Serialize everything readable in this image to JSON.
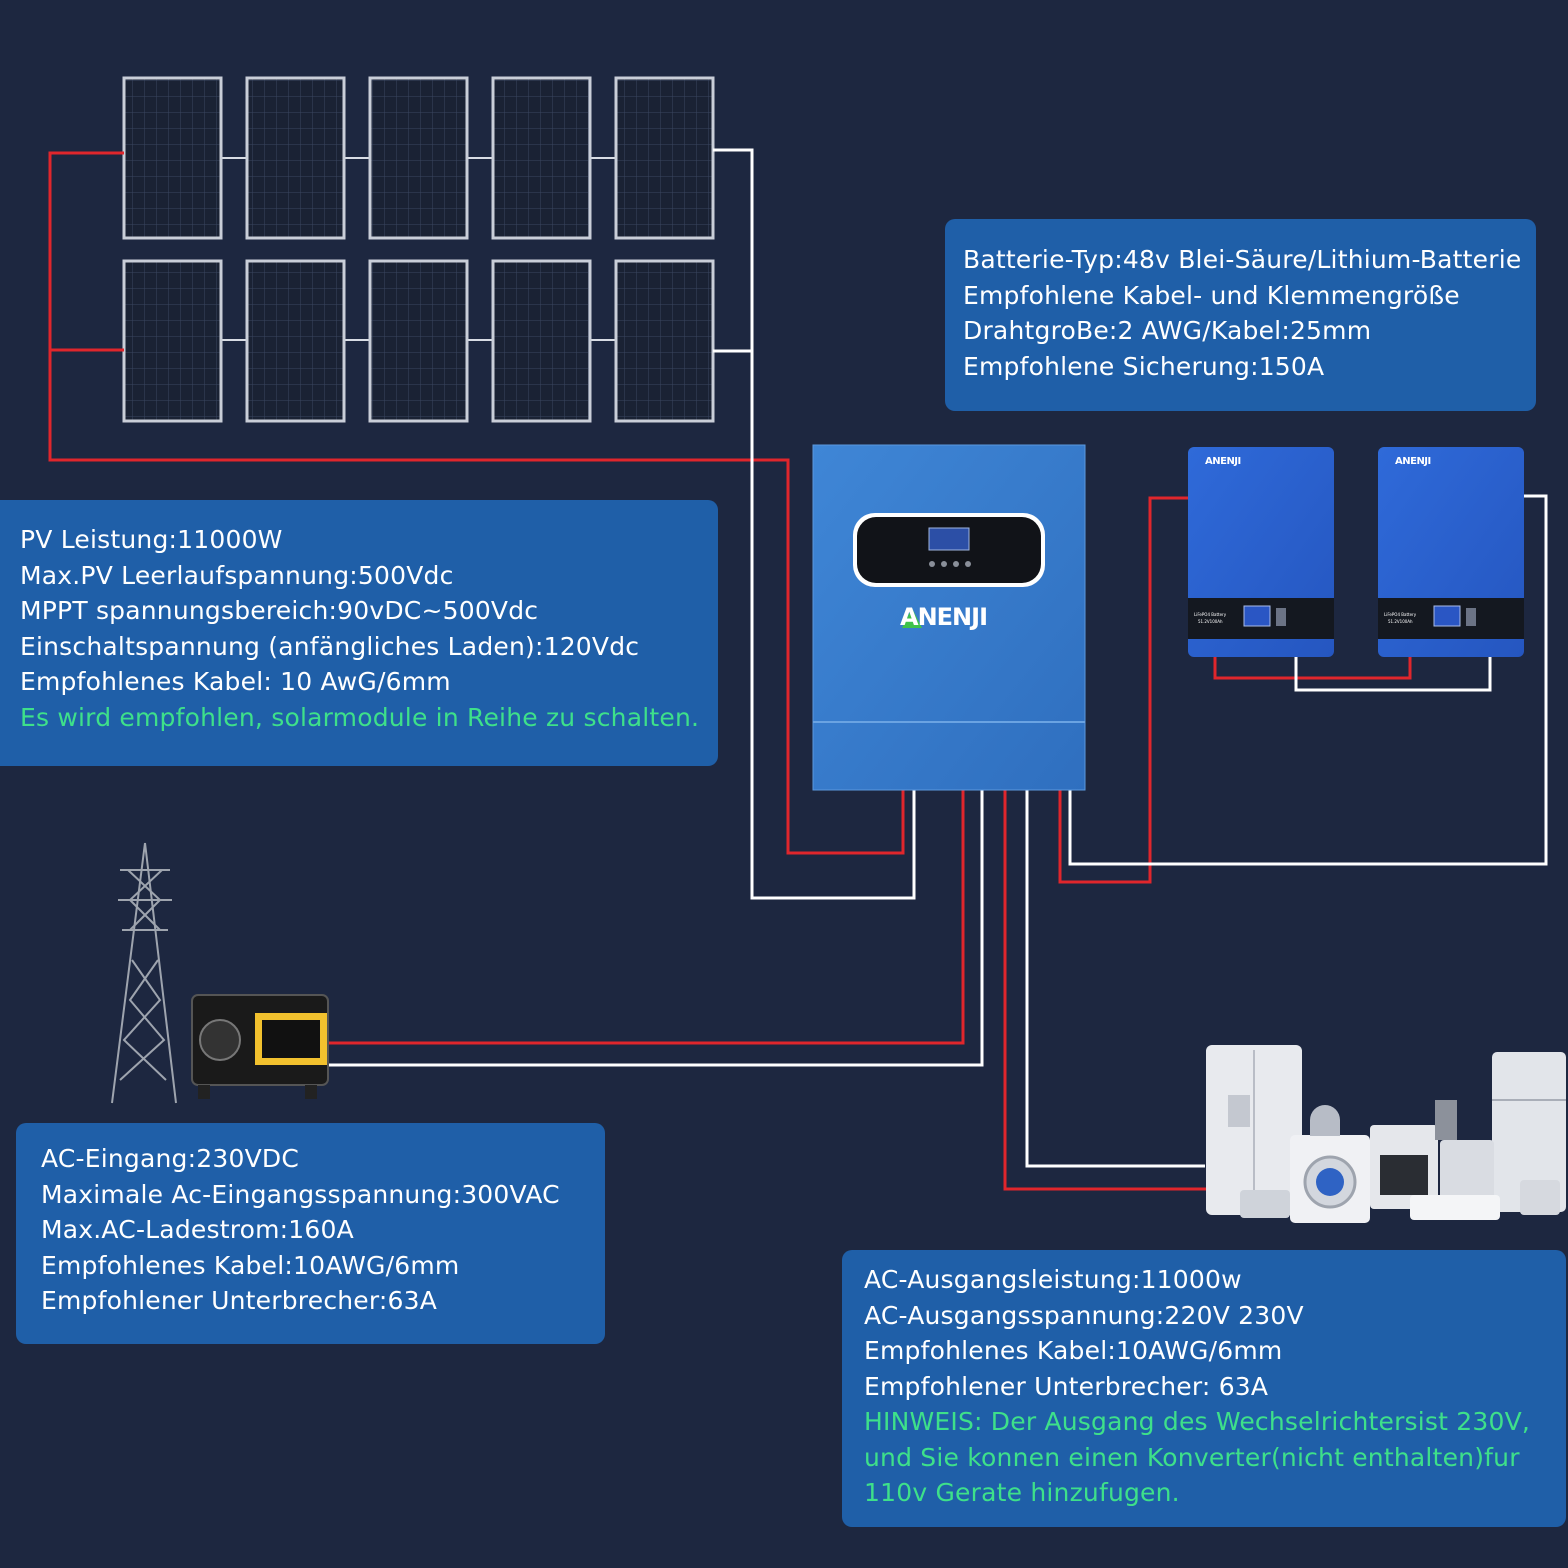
{
  "pv_box": {
    "lines": [
      "PV Leistung:11000W",
      "Max.PV Leerlaufspannung:500Vdc",
      "MPPT spannungsbereich:90vDC~500Vdc",
      "Einschaltspannung (anfängliches Laden):120Vdc",
      "Empfohlenes Kabel: 10 AwG/6mm"
    ],
    "note": "Es wird empfohlen, solarmodule in Reihe zu schalten."
  },
  "battery_box": {
    "lines": [
      "Batterie-Typ:48v Blei-Säure/Lithium-Batterie",
      "Empfohlene Kabel- und Klemmengröße",
      "DrahtgroBe:2 AWG/Kabel:25mm",
      "Empfohlene Sicherung:150A"
    ]
  },
  "ac_input_box": {
    "lines": [
      "AC-Eingang:230VDC",
      "Maximale Ac-Eingangsspannung:300VAC",
      "Max.AC-Ladestrom:160A",
      "Empfohlenes Kabel:10AWG/6mm",
      "Empfohlener Unterbrecher:63A"
    ]
  },
  "ac_output_box": {
    "lines": [
      "AC-Ausgangsleistung:11000w",
      "AC-Ausgangsspannung:220V 230V",
      "Empfohlenes Kabel:10AWG/6mm",
      "Empfohlener Unterbrecher: 63A"
    ],
    "note_lines": [
      "HINWEIS: Der Ausgang des Wechselrichtersist 230V,",
      "und Sie konnen einen Konverter(nicht enthalten)fur",
      "110v Gerate hinzufugen."
    ]
  },
  "inverter": {
    "brand": "ANENJI"
  },
  "batteries": [
    {
      "brand": "ANENJI",
      "label_1": "LiFePO4 Battery",
      "label_2": "51.2V100Ah"
    },
    {
      "brand": "ANENJI",
      "label_1": "LiFePO4 Battery",
      "label_2": "51.2V100Ah"
    }
  ],
  "colors": {
    "background": "#1d2740",
    "info_box": "#1f5fa8",
    "note_text": "#3ee08a",
    "wire_positive": "#e0262c",
    "wire_negative": "#ffffff",
    "inverter_body": "#3a7fd0"
  }
}
